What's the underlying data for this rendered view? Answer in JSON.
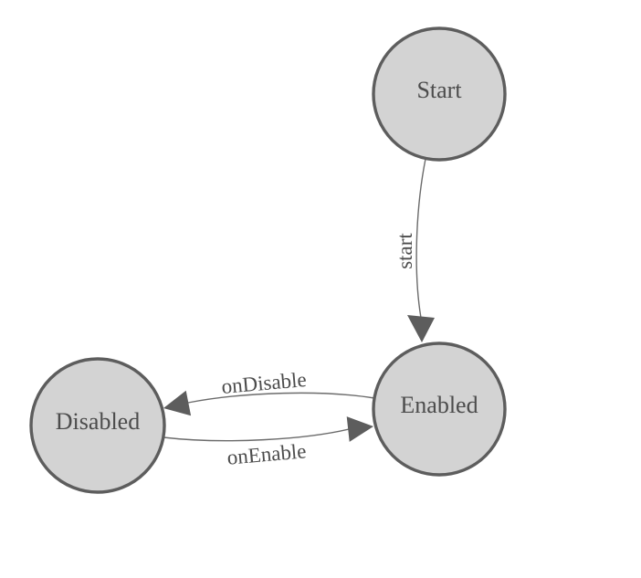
{
  "diagram": {
    "type": "state-machine",
    "background_color": "#ffffff",
    "colors": {
      "node_fill": "#d3d3d3",
      "node_stroke": "#5d5d5d",
      "edge_line": "#6b6b6b",
      "arrow_fill": "#5d5d5d",
      "label_text": "#4c4c4c"
    },
    "nodes": [
      {
        "id": "start",
        "label": "Start"
      },
      {
        "id": "enabled",
        "label": "Enabled"
      },
      {
        "id": "disabled",
        "label": "Disabled"
      }
    ],
    "edges": [
      {
        "id": "start",
        "label": "start",
        "from": "Start",
        "to": "Enabled"
      },
      {
        "id": "onDisable",
        "label": "onDisable",
        "from": "Enabled",
        "to": "Disabled"
      },
      {
        "id": "onEnable",
        "label": "onEnable",
        "from": "Disabled",
        "to": "Enabled"
      }
    ]
  }
}
